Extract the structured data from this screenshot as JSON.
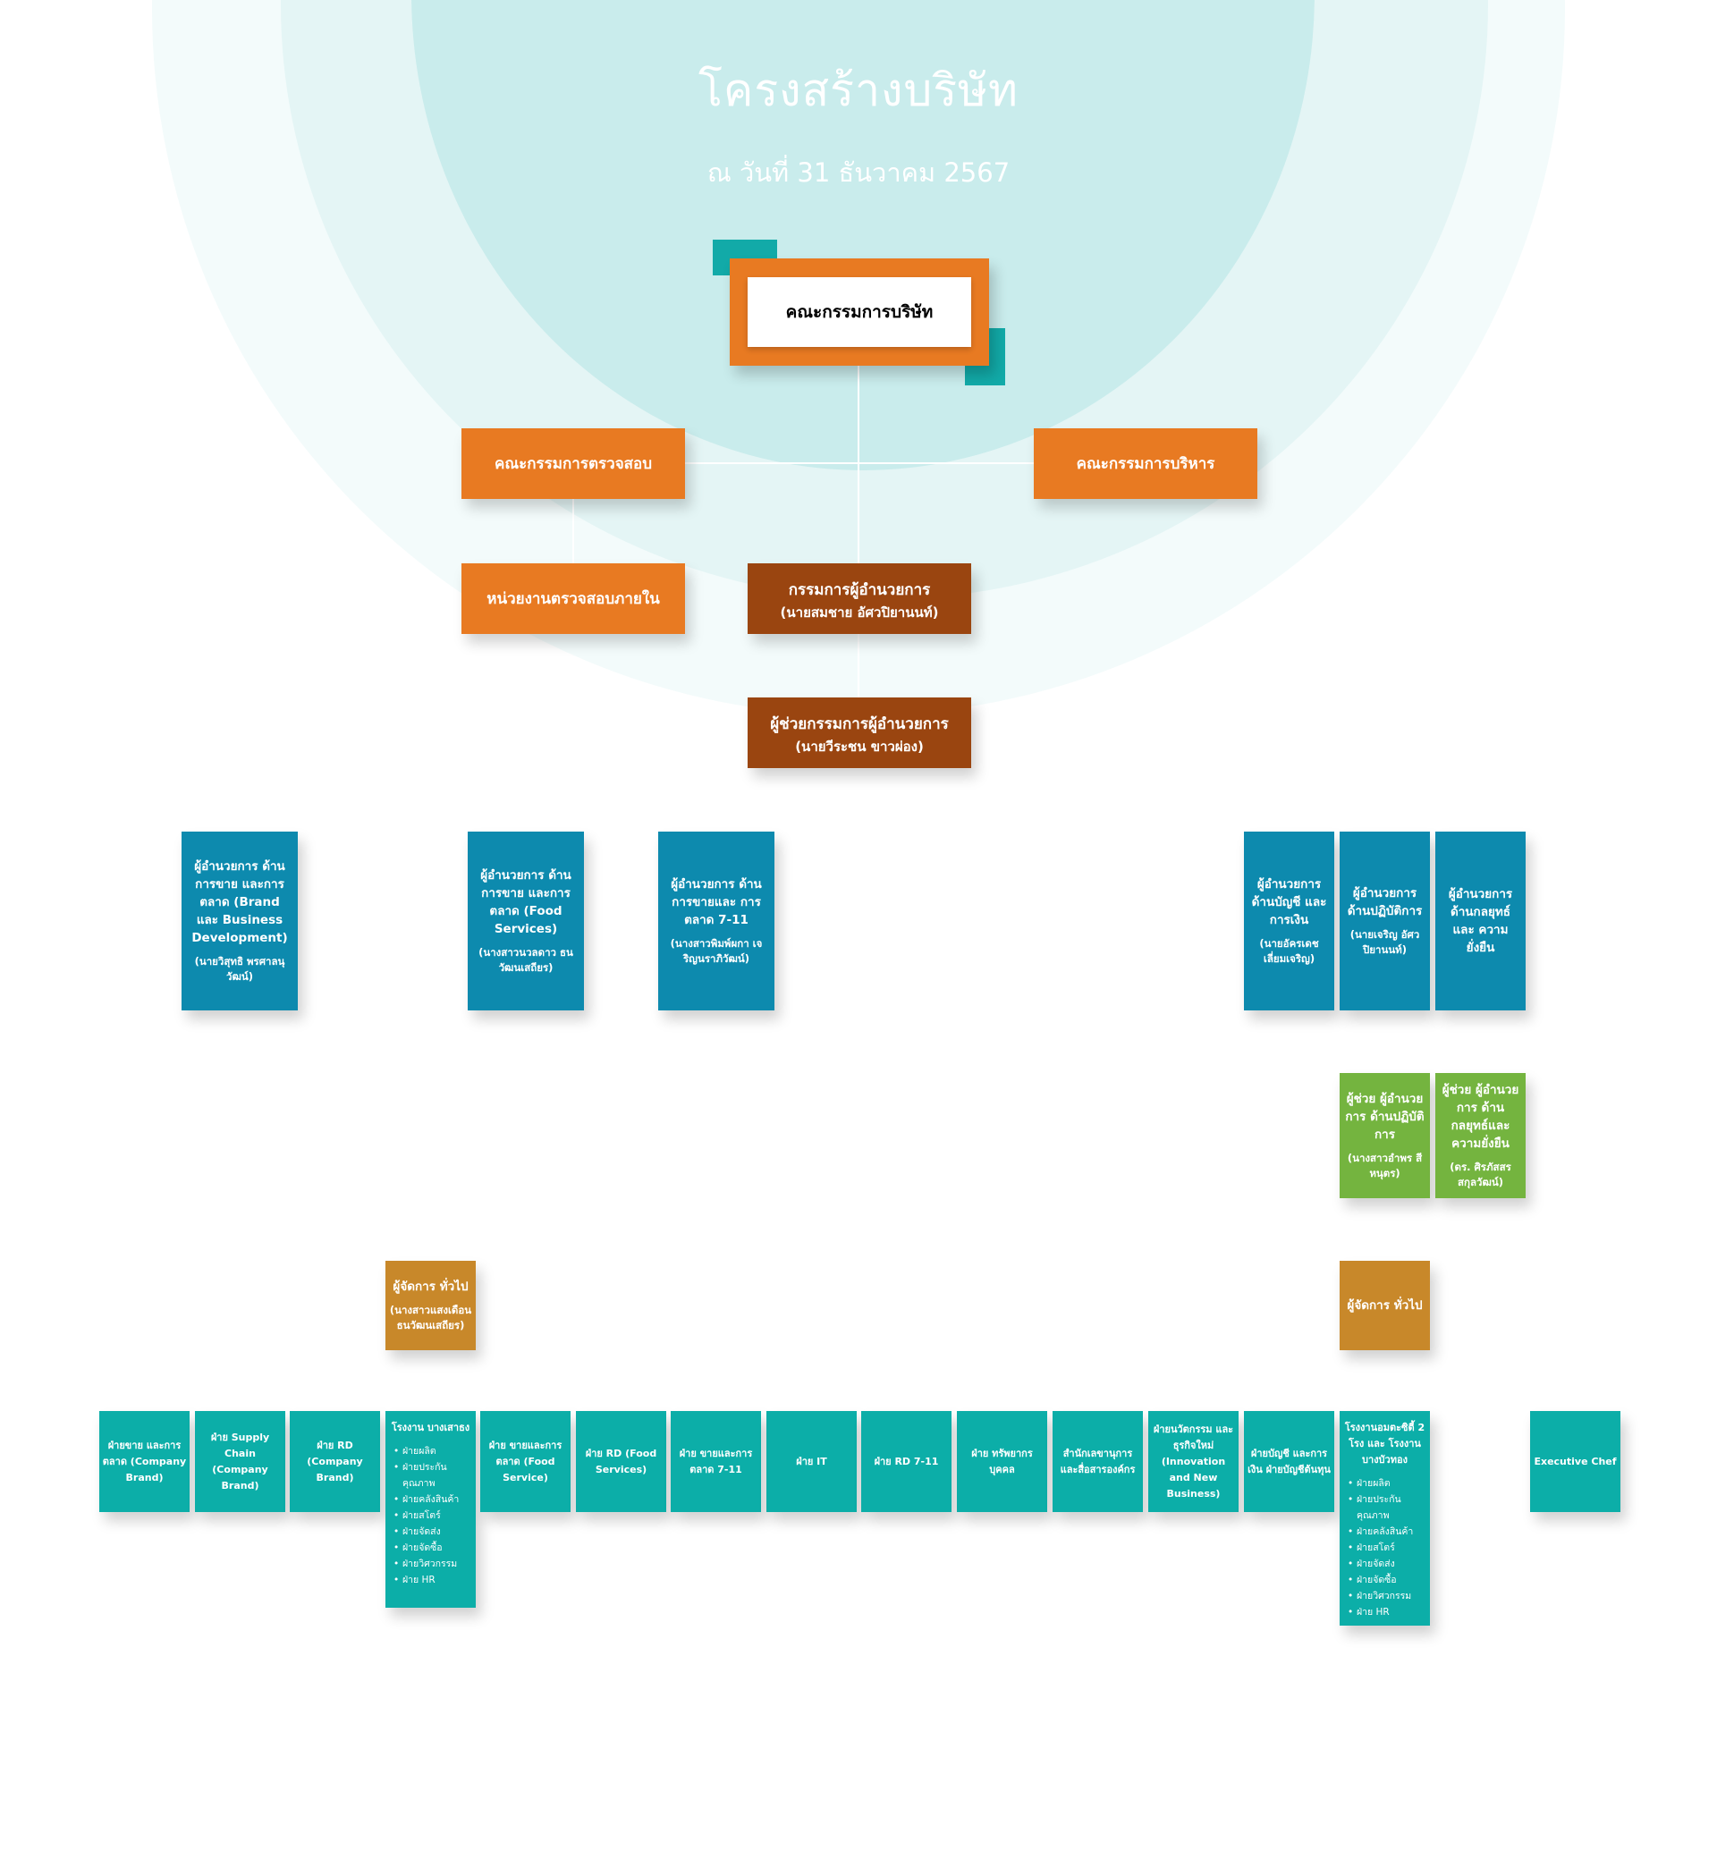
{
  "title": "โครงสร้างบริษัท",
  "subtitle": "ณ วันที่ 31 ธันวาคม 2567",
  "board": "คณะกรรมการบริษัท",
  "audit_committee": "คณะกรรมการตรวจสอบ",
  "executive_committee": "คณะกรรมการบริหาร",
  "internal_audit": "หน่วยงานตรวจสอบภายใน",
  "md": {
    "title": "กรรมการผู้อำนวยการ",
    "name": "(นายสมชาย อัศวปิยานนท์)"
  },
  "assistant_md": {
    "title": "ผู้ช่วยกรรมการผู้อำนวยการ",
    "name": "(นายวีระชน ขาวผ่อง)"
  },
  "directors": [
    {
      "title": "ผู้อำนวยการ ด้านการขาย และการตลาด (Brand และ Business Development)",
      "name": "(นายวิสุทธิ พรศาลนุวัฒน์)"
    },
    {
      "title": "ผู้อำนวยการ ด้านการขาย และการตลาด (Food Services)",
      "name": "(นางสาวนวลดาว ธนวัฒนเสถียร)"
    },
    {
      "title": "ผู้อำนวยการ ด้านการขายและ การตลาด 7-11",
      "name": "(นางสาวพิมพ์ผกา เจริญนราภิวัฒน์)"
    },
    {
      "title": "ผู้อำนวยการ ด้านบัญชี และการเงิน",
      "name": "(นายอัครเดช เลี่ยมเจริญ)"
    },
    {
      "title": "ผู้อำนวยการ ด้านปฏิบัติการ",
      "name": "(นายเจริญ อัศวปิยานนท์)"
    },
    {
      "title": "ผู้อำนวยการ ด้านกลยุทธ์และ ความยั่งยืน",
      "name": ""
    }
  ],
  "assistants": [
    {
      "title": "ผู้ช่วย ผู้อำนวยการ ด้านปฏิบัติการ",
      "name": "(นางสาวอำพร สีหนุตร)"
    },
    {
      "title": "ผู้ช่วย ผู้อำนวยการ ด้านกลยุทธ์และ ความยั่งยืน",
      "name": "(ดร. ศิรภัสสร สกุลวัฒน์)"
    }
  ],
  "general_managers": [
    {
      "title": "ผู้จัดการ ทั่วไป",
      "name": "(นางสาวแสงเดือน ธนวัฒนเสถียร)"
    },
    {
      "title": "ผู้จัดการ ทั่วไป",
      "name": ""
    }
  ],
  "departments": [
    {
      "label": "ฝ่ายขาย และการตลาด (Company Brand)",
      "items": []
    },
    {
      "label": "ฝ่าย Supply Chain (Company Brand)",
      "items": []
    },
    {
      "label": "ฝ่าย RD (Company Brand)",
      "items": []
    },
    {
      "label": "โรงงาน บางเสาธง",
      "items": [
        "ฝ่ายผลิต",
        "ฝ่ายประกัน คุณภาพ",
        "ฝ่ายคลังสินค้า",
        "ฝ่ายสโตร์",
        "ฝ่ายจัดส่ง",
        "ฝ่ายจัดซื้อ",
        "ฝ่ายวิศวกรรม",
        "ฝ่าย HR"
      ]
    },
    {
      "label": "ฝ่าย ขายและการตลาด (Food Service)",
      "items": []
    },
    {
      "label": "ฝ่าย RD (Food Services)",
      "items": []
    },
    {
      "label": "ฝ่าย ขายและการตลาด 7-11",
      "items": []
    },
    {
      "label": "ฝ่าย IT",
      "items": []
    },
    {
      "label": "ฝ่าย RD 7-11",
      "items": []
    },
    {
      "label": "ฝ่าย ทรัพยากรบุคคล",
      "items": []
    },
    {
      "label": "สำนักเลขานุการ และสื่อสารองค์กร",
      "items": []
    },
    {
      "label": "ฝ่ายนวัตกรรม และธุรกิจใหม่ (Innovation and New Business)",
      "items": []
    },
    {
      "label": "ฝ่ายบัญชี และการเงิน ฝ่ายบัญชีต้นทุน",
      "items": []
    },
    {
      "label": "โรงงานอมตะซิตี้ 2 โรง และ โรงงานบางบัวทอง",
      "items": [
        "ฝ่ายผลิต",
        "ฝ่ายประกัน คุณภาพ",
        "ฝ่ายคลังสินค้า",
        "ฝ่ายสโตร์",
        "ฝ่ายจัดส่ง",
        "ฝ่ายจัดซื้อ",
        "ฝ่ายวิศวกรรม",
        "ฝ่าย HR"
      ]
    },
    {
      "label": "Executive Chef",
      "items": []
    }
  ],
  "colors": {
    "orange": "#e87a22",
    "brown": "#9a4510",
    "blue": "#0d8aae",
    "green": "#74b43f",
    "gold": "#c8882a",
    "teal": "#0caea8"
  }
}
